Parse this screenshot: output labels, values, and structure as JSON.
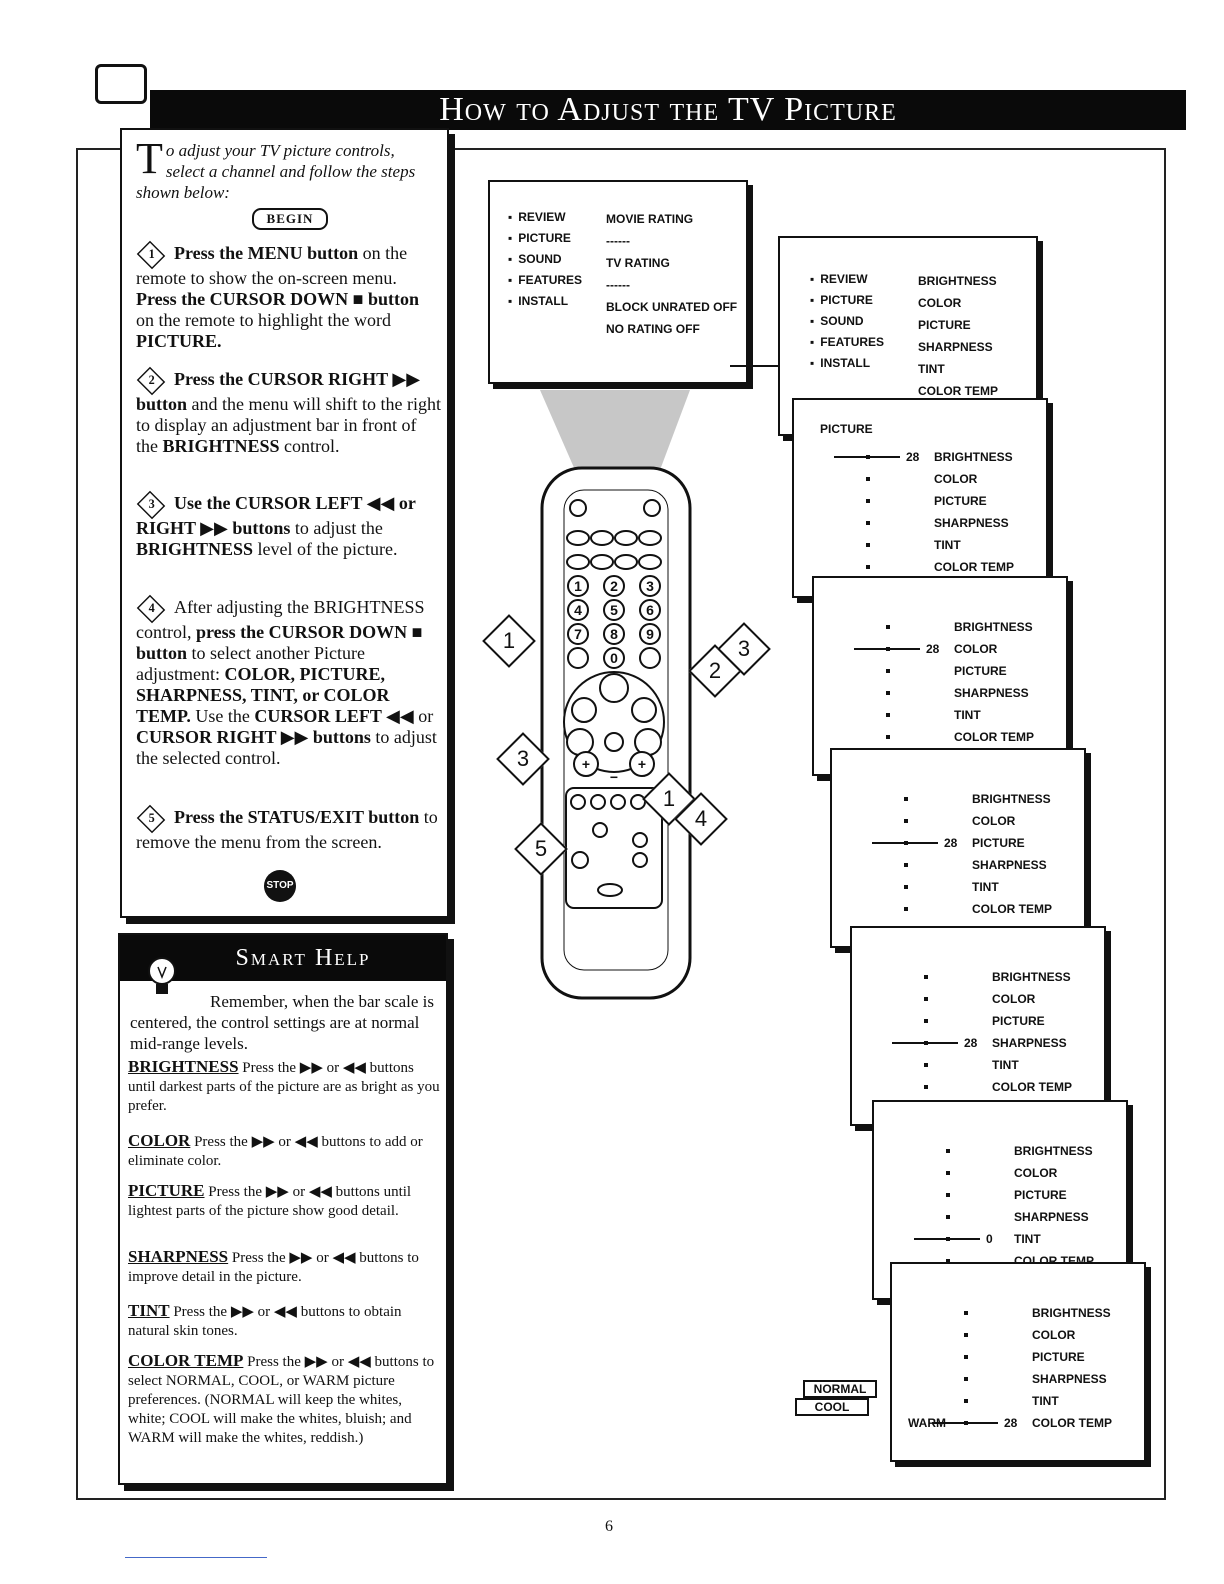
{
  "title": "How to Adjust the TV Picture",
  "intro": {
    "dropcap": "T",
    "text": "o adjust your TV picture controls, select a channel and follow the steps shown below:"
  },
  "begin_label": "BEGIN",
  "steps": [
    {
      "num": "1",
      "html": "<b>Press the MENU button</b> on the remote to show the on-screen menu. <b>Press the CURSOR DOWN ■ button</b> on the remote to highlight the word <b>PICTURE.</b>"
    },
    {
      "num": "2",
      "html": "<b>Press the CURSOR RIGHT ▶▶ button</b> and the menu will shift to the right to display an adjustment bar in front of the <b>BRIGHTNESS</b> control."
    },
    {
      "num": "3",
      "html": "<b>Use the CURSOR LEFT ◀◀ or RIGHT ▶▶ buttons</b> to adjust the <b>BRIGHTNESS</b> level of the picture."
    },
    {
      "num": "4",
      "html": "After adjusting the BRIGHTNESS control, <b>press the CURSOR DOWN ■ button</b> to select another Picture adjustment: <b>COLOR, PICTURE, SHARPNESS, TINT, or COLOR TEMP.</b> Use the <b>CURSOR LEFT ◀◀</b> or <b>CURSOR RIGHT ▶▶ buttons</b> to adjust the selected control."
    },
    {
      "num": "5",
      "html": "<b>Press the STATUS/EXIT button</b> to remove the menu from the screen."
    }
  ],
  "stop_label": "STOP",
  "smart_help": {
    "title": "Smart Help",
    "intro": "Remember, when the bar scale is centered, the control settings are at normal mid-range levels.",
    "items": [
      {
        "term": "BRIGHTNESS",
        "text": "Press the ▶▶ or ◀◀ buttons until darkest parts of the picture are as bright as you prefer."
      },
      {
        "term": "COLOR",
        "text": "Press the ▶▶ or ◀◀ buttons to add or eliminate color."
      },
      {
        "term": "PICTURE",
        "text": "Press the ▶▶ or ◀◀ buttons until lightest parts of the picture show good detail."
      },
      {
        "term": "SHARPNESS",
        "text": "Press the ▶▶ or ◀◀ buttons to improve detail in the picture."
      },
      {
        "term": "TINT",
        "text": "Press the ▶▶ or ◀◀ buttons to obtain natural skin tones."
      },
      {
        "term": "COLOR TEMP",
        "text": "Press the ▶▶ or ◀◀ buttons to select NORMAL, COOL, or WARM picture preferences. (NORMAL will keep the whites, white; COOL will make the whites, bluish; and WARM will make the whites, reddish.)"
      }
    ]
  },
  "menu_main": {
    "left": [
      "REVIEW",
      "PICTURE",
      "SOUND",
      "FEATURES",
      "INSTALL"
    ],
    "right": [
      "MOVIE RATING",
      "------",
      "TV RATING",
      "------",
      "BLOCK UNRATED  OFF",
      "NO RATING       OFF"
    ]
  },
  "menu_shift": {
    "left": [
      "REVIEW",
      "PICTURE",
      "SOUND",
      "FEATURES",
      "INSTALL"
    ],
    "right": [
      "BRIGHTNESS",
      "COLOR",
      "PICTURE",
      "SHARPNESS",
      "TINT",
      "COLOR TEMP"
    ]
  },
  "picture_header": "PICTURE",
  "picture_items": [
    "BRIGHTNESS",
    "COLOR",
    "PICTURE",
    "SHARPNESS",
    "TINT",
    "COLOR TEMP"
  ],
  "adjust_screens": [
    {
      "selected": 0,
      "value": "28"
    },
    {
      "selected": 1,
      "value": "28"
    },
    {
      "selected": 2,
      "value": "28"
    },
    {
      "selected": 3,
      "value": "28"
    },
    {
      "selected": 4,
      "value": "0"
    },
    {
      "selected": 5,
      "value": "28"
    }
  ],
  "color_temp_options": [
    "NORMAL",
    "COOL",
    "WARM"
  ],
  "remote_callouts": [
    "1",
    "2",
    "3",
    "3",
    "1",
    "4",
    "5"
  ],
  "page_number": "6"
}
